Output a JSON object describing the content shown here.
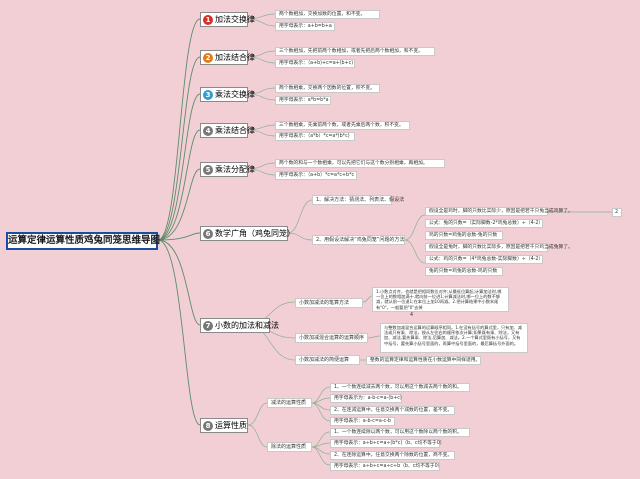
{
  "root": {
    "title": "运算定律运算性质鸡兔同笼思维导图"
  },
  "topics": [
    {
      "num": "1",
      "label": "加法交换律",
      "color": "#d6302b"
    },
    {
      "num": "2",
      "label": "加法结合律",
      "color": "#e07b18"
    },
    {
      "num": "3",
      "label": "乘法交换律",
      "color": "#2a9fd6"
    },
    {
      "num": "4",
      "label": "乘法结合律",
      "color": "#777777"
    },
    {
      "num": "5",
      "label": "乘法分配律",
      "color": "#777777"
    },
    {
      "num": "6",
      "label": "数学广角（鸡兔同笼）",
      "color": "#777777"
    },
    {
      "num": "7",
      "label": "小数的加法和减法",
      "color": "#777777"
    },
    {
      "num": "8",
      "label": "运算性质",
      "color": "#777777"
    }
  ],
  "leaves": {
    "t1_def": "两个数相加，交换加数的位置，和不变。",
    "t1_formula": "用字母表示：a+b=b+a",
    "t2_def": "三个数相加，先把前两个数相加，或者先把后两个数相加，和不变。",
    "t2_formula": "用字母表示：（a+b)+c=a+(b+c)",
    "t3_def": "两个数相乘，交换两个因数的位置，积不变。",
    "t3_formula": "用字母表示：a*b=b*a",
    "t4_def": "三个数相乘，先乘前两个数，或者先乘后两个数，积不变。",
    "t4_formula": "用字母表示：（a*b）*c=a*(b*c)",
    "t5_def": "两个数的和与一个数相乘，可以先把它们与这个数分别相乘，再相加。",
    "t5_formula": "用字母表示：（a+b）*c=a*c+b*c"
  },
  "t6": {
    "m1": "1、解决方法：猜测法、列表法、假设法",
    "m2": "2、用假设法解决“鸡兔同笼”问题的方法",
    "a1": "假设全是鸡时，脚的只数比实际少，原因是把若干只兔当成鸡算了。",
    "a2": "公式：兔的只数=（实际脚数-2*鸡兔总数）÷（4-2）",
    "a3": "鸡的只数=鸡兔的总数-兔的只数",
    "b1": "假设全是兔时，脚的只数比实际多，原因是把若干只鸡当成兔算了。",
    "b2": "公式：鸡的只数=（4*鸡兔总数-实际脚数）÷（4-2）",
    "b3": "兔的只数=鸡兔的总数-鸡的只数",
    "extra": "2"
  },
  "t7": {
    "s1": "小数加减法的笔算方法",
    "s1_text": "1.小数点对齐，也就是把相同数位对齐;从最低位算起;计算加法时,哪一位上的数相加满十,就向前一位进1;计算减法时,哪一位上的数不够减，就从前一位退1;在本位上加10再减。2.把计算结果中小数末尾有\"0\"，一般要把\"0\"去掉",
    "s1_mark": "4",
    "s2": "小数加减混合运算的运算顺序",
    "s2_text": "与整数加减混合运算的运算顺序相同。1.在没有括号的算式里，只有加、减法或只有乘、除法，按从左往右的顺序依次计算;如果既有乘、除法，又有加、减法,要先算乘、除法,后算加、减法。2.一个算式里既有小括号，又有中括号，要先算小括号里面的，再算中括号里面的，最后算括号外面的。",
    "s3": "小数加减法的简便运算",
    "s3_text": "整数的运算定律和运算性质在小数运算中同样适用。"
  },
  "t8": {
    "sub": "减法的运算性质",
    "sub_a1": "1、一个数连续减去两个数，可以用这个数减去两个数的和。",
    "sub_a2": "用字母表示为：a-b-c=a-(b+c)",
    "sub_a3": "2、在连减运算中，任意交换两个减数的位置，差不变。",
    "sub_a4": "用字母表示：a-b-c=a-c-b",
    "div": "除法的运算性质",
    "div_a1": "1、一个数连续除以两个数，可以用这个数除以两个数的积。",
    "div_a2": "用字母表示：a÷b÷c=a÷(b*c)（b、c均不等于0）",
    "div_a3": "2、在连除运算中，任意交换两个除数的位置，商不变。",
    "div_a4": "用字母表示：a÷b÷c=a÷c÷b（b、c均不等于0）"
  }
}
